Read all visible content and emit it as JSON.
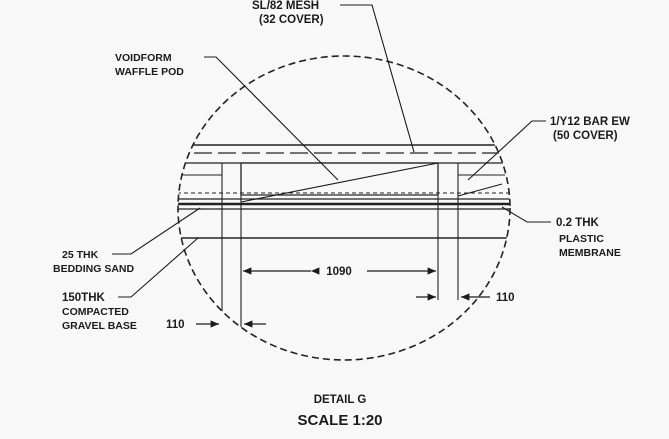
{
  "detail": {
    "labels": {
      "mesh_line1": "SL/82 MESH",
      "mesh_line2": "(32 COVER)",
      "pod_line1": "VOIDFORM",
      "pod_line2": "WAFFLE POD",
      "bar_line1": "1/Y12 BAR EW",
      "bar_line2": "(50 COVER)",
      "membrane_line1": "0.2 THK",
      "membrane_line2": "PLASTIC",
      "membrane_line3": "MEMBRANE",
      "sand_line1": "25 THK",
      "sand_line2": "BEDDING SAND",
      "gravel_line1": "150THK",
      "gravel_line2": "COMPACTED",
      "gravel_line3": "GRAVEL BASE"
    },
    "dimensions": {
      "pod_width": "1090",
      "rib_right": "110",
      "rib_left": "110"
    },
    "title": {
      "line1": "DETAIL G",
      "line2": "SCALE 1:20"
    }
  }
}
